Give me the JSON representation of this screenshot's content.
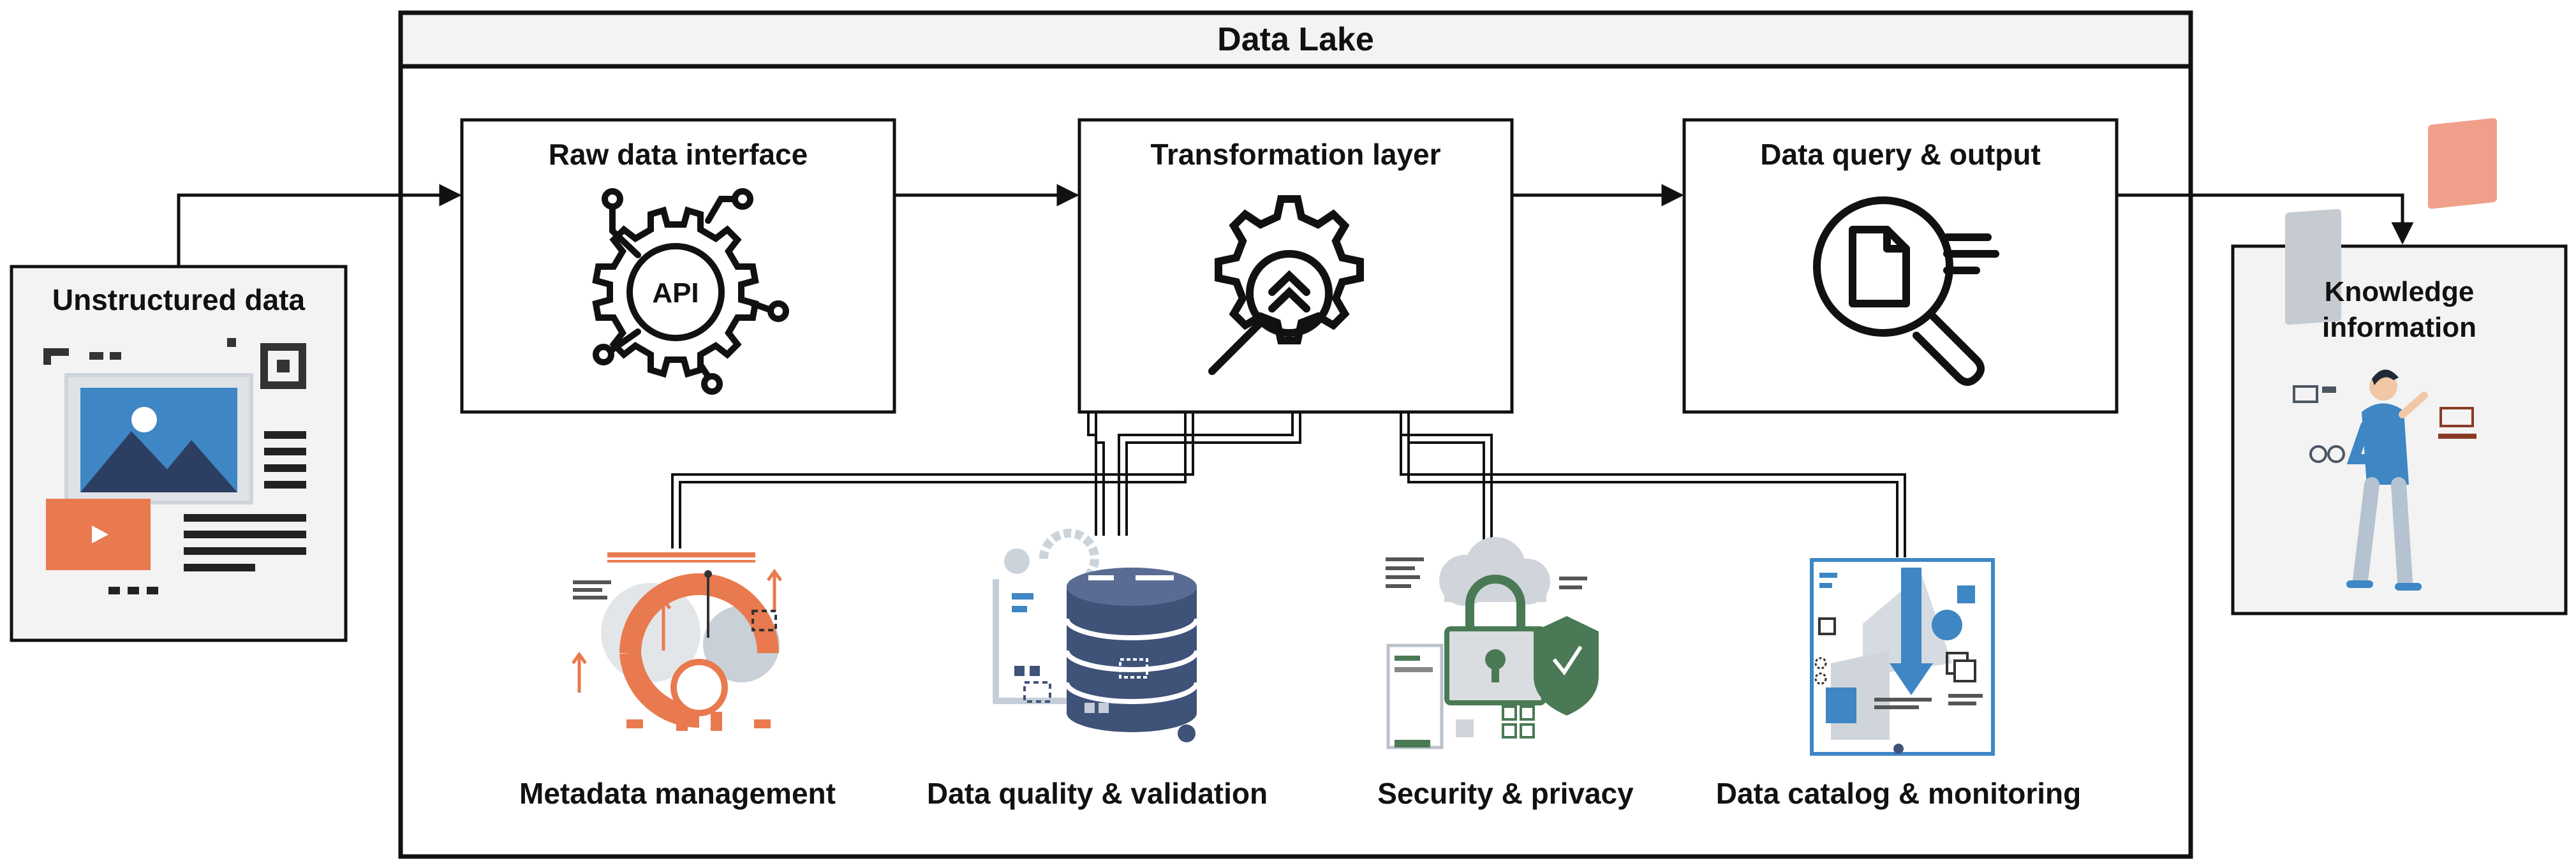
{
  "data_lake": {
    "title": "Data Lake"
  },
  "pipeline": {
    "raw": "Raw data interface",
    "transform": "Transformation layer",
    "query": "Data query & output"
  },
  "input": {
    "label": "Unstructured data"
  },
  "output": {
    "label": "Knowledge information"
  },
  "modules": [
    {
      "label": "Metadata management"
    },
    {
      "label": "Data quality & validation"
    },
    {
      "label": "Security & privacy"
    },
    {
      "label": "Data catalog & monitoring"
    }
  ],
  "icons": {
    "raw": "api-gear-icon",
    "transform": "gear-magnifier-icon",
    "query": "document-search-icon",
    "input": "media-document-icon",
    "output": "person-dashboard-icon",
    "metadata": "metadata-gear-icon",
    "quality": "database-stack-icon",
    "security": "cloud-lock-shield-icon",
    "catalog": "catalog-download-icon"
  },
  "api_text": "API",
  "colors": {
    "orange": "#e97a4f",
    "navy": "#3f5278",
    "blue": "#3e86c4",
    "green": "#4a7a55",
    "panel": "#f2f3f2",
    "line": "#111111"
  }
}
